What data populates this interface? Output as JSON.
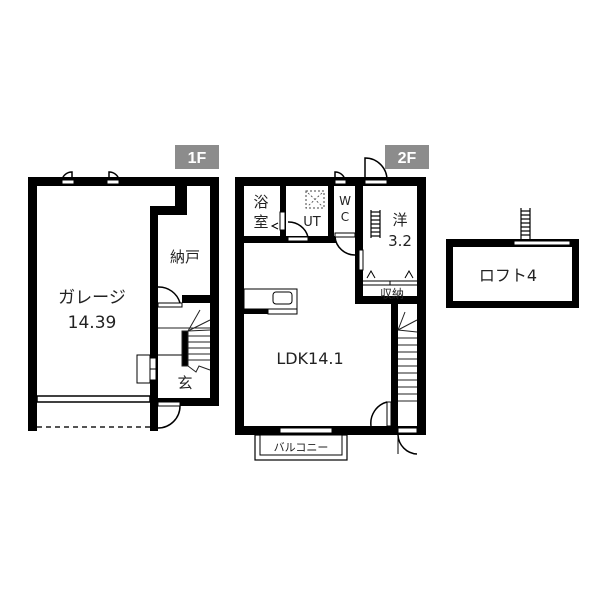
{
  "floors": [
    {
      "badge": "1F",
      "rooms": [
        {
          "name": "garage",
          "label": "ガレージ",
          "size": "14.39"
        },
        {
          "name": "storage",
          "label": "納戸"
        },
        {
          "name": "entrance",
          "label": "玄"
        }
      ]
    },
    {
      "badge": "2F",
      "rooms": [
        {
          "name": "bathroom",
          "label_line1": "浴",
          "label_line2": "室"
        },
        {
          "name": "utility",
          "label": "UT"
        },
        {
          "name": "wc",
          "label_line1": "W",
          "label_line2": "C"
        },
        {
          "name": "western-room",
          "label": "洋",
          "size": "3.2"
        },
        {
          "name": "closet",
          "label": "収納"
        },
        {
          "name": "ldk",
          "label": "LDK14.1"
        },
        {
          "name": "balcony",
          "label": "バルコニー"
        }
      ]
    },
    {
      "badge": "",
      "rooms": [
        {
          "name": "loft",
          "label": "ロフト4"
        }
      ]
    }
  ],
  "colors": {
    "wall": "#000000",
    "badge_bg": "#8c8c8c",
    "line": "#222222"
  }
}
